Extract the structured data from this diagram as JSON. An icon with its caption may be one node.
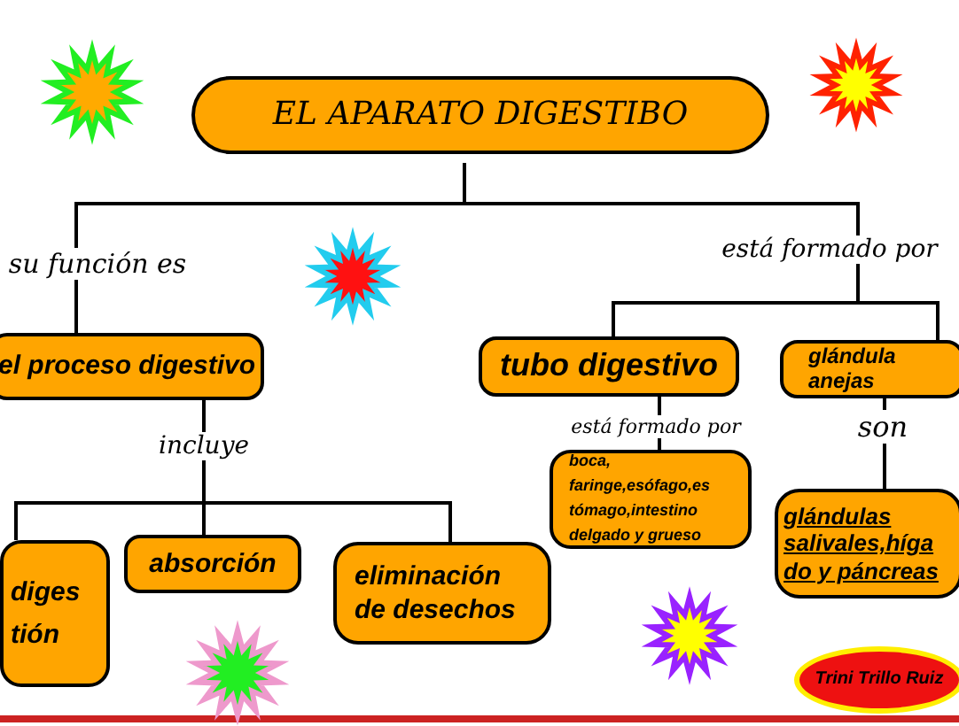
{
  "diagram": {
    "nodes": [
      {
        "text": [
          "EL APARATO DIGESTIBO"
        ]
      },
      {
        "text": [
          "el proceso digestivo"
        ]
      },
      {
        "text": [
          "tubo digestivo"
        ]
      },
      {
        "text": [
          "glándula anejas"
        ]
      },
      {
        "text": [
          "diges tión"
        ]
      },
      {
        "text": [
          "absorción"
        ]
      },
      {
        "text": [
          "eliminación de desechos"
        ]
      },
      {
        "text": [
          "boca, faringe,esófago,es tómago,intestino delgado y grueso"
        ]
      },
      {
        "text": [
          "glándulas salivales,híga do y páncreas"
        ]
      },
      {
        "text": [
          "Trini Trillo Ruiz"
        ]
      }
    ],
    "edges": [
      {
        "from": 0,
        "to": 1,
        "arrow": "none",
        "label": "su función es"
      },
      {
        "from": 0,
        "to": 2,
        "arrow": "none",
        "label": "está formado por"
      },
      {
        "from": 0,
        "to": 3,
        "arrow": "none"
      },
      {
        "from": 1,
        "to": 4,
        "arrow": "none",
        "label": "incluye"
      },
      {
        "from": 1,
        "to": 5,
        "arrow": "none"
      },
      {
        "from": 1,
        "to": 6,
        "arrow": "none"
      },
      {
        "from": 2,
        "to": 7,
        "arrow": "none",
        "label": "está formado por"
      },
      {
        "from": 3,
        "to": 8,
        "arrow": "none",
        "label": "son"
      }
    ]
  }
}
